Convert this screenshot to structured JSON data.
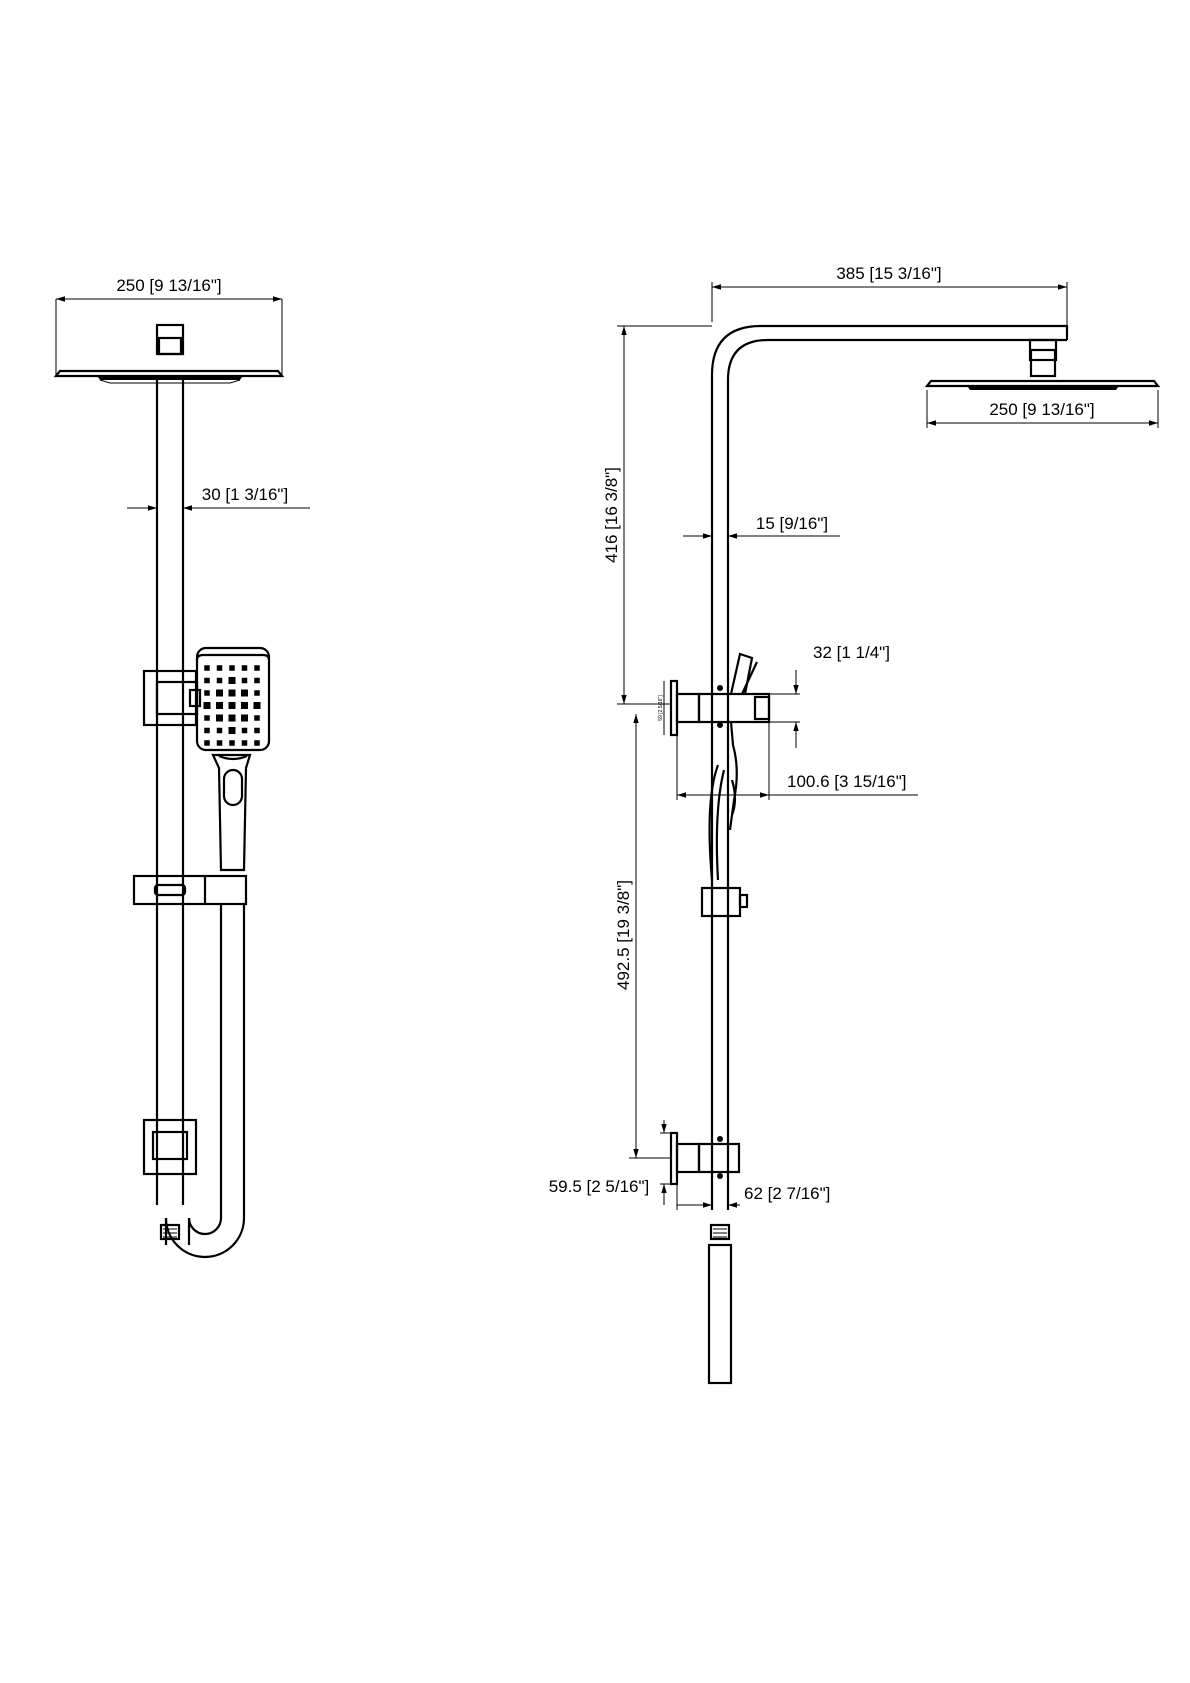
{
  "front_view": {
    "head_width": "250 [9 13/16\"]",
    "pipe_diameter": "30 [1 3/16\"]"
  },
  "side_view": {
    "arm_reach": "385 [15 3/16\"]",
    "head_width": "250 [9 13/16\"]",
    "upper_height": "416 [16 3/8\"]",
    "pipe_offset": "15 [9/16\"]",
    "bracket_height": "32 [1 1/4\"]",
    "small_label": "59 [2 5/16\"]",
    "bracket_depth": "100.6 [3 15/16\"]",
    "lower_height": "492.5 [19 3/8\"]",
    "wall_plate": "59.5 [2 5/16\"]",
    "lower_depth": "62 [2 7/16\"]"
  }
}
